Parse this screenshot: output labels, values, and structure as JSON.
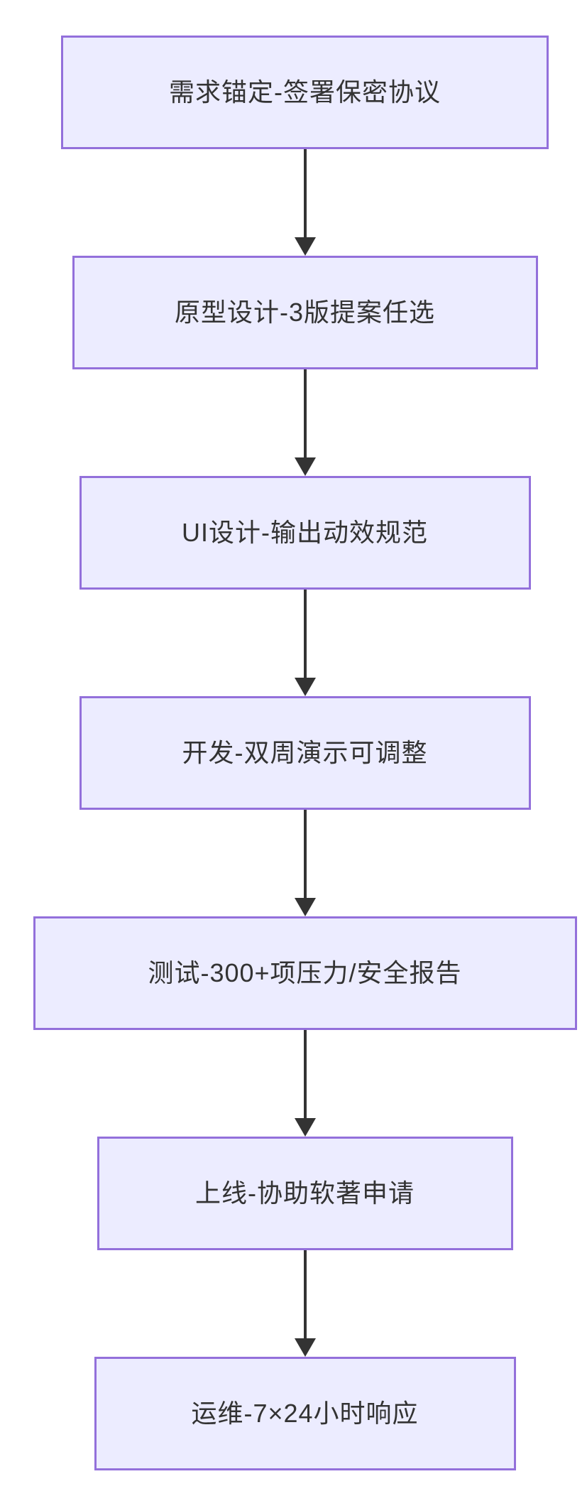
{
  "flowchart": {
    "direction": "top-down",
    "colors": {
      "node_fill": "#ECECFF",
      "node_border": "#9370DB",
      "text": "#333333",
      "arrow": "#333333",
      "background": "#FFFFFF"
    },
    "arrow_style": "filled-triangle-down",
    "nodes": [
      {
        "id": "n1",
        "label": "需求锚定-签署保密协议"
      },
      {
        "id": "n2",
        "label": "原型设计-3版提案任选"
      },
      {
        "id": "n3",
        "label": "UI设计-输出动效规范"
      },
      {
        "id": "n4",
        "label": "开发-双周演示可调整"
      },
      {
        "id": "n5",
        "label": "测试-300+项压力/安全报告"
      },
      {
        "id": "n6",
        "label": "上线-协助软著申请"
      },
      {
        "id": "n7",
        "label": "运维-7×24小时响应"
      }
    ],
    "edges": [
      {
        "from": "n1",
        "to": "n2"
      },
      {
        "from": "n2",
        "to": "n3"
      },
      {
        "from": "n3",
        "to": "n4"
      },
      {
        "from": "n4",
        "to": "n5"
      },
      {
        "from": "n5",
        "to": "n6"
      },
      {
        "from": "n6",
        "to": "n7"
      }
    ]
  }
}
